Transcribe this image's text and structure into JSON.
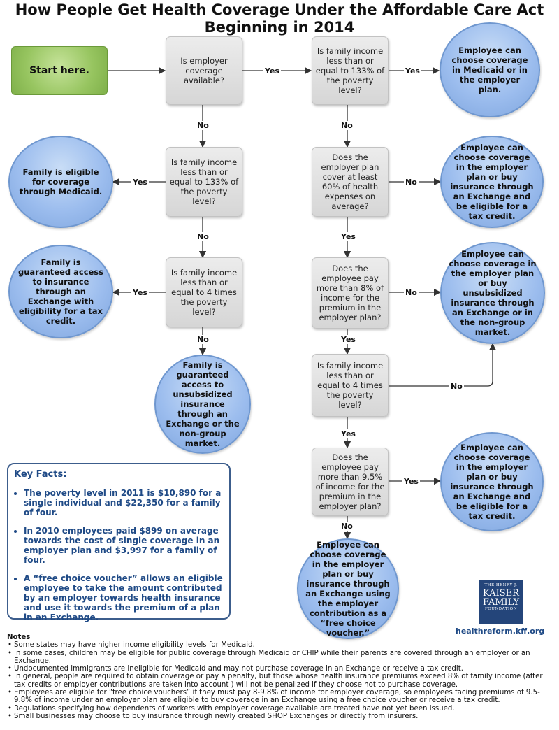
{
  "title_line1": "How People Get Health Coverage Under the Affordable Care Act",
  "title_line2": "Beginning in 2014",
  "start": "Start here.",
  "decisions": {
    "d1": "Is employer coverage available?",
    "d2": "Is family income less than or equal to 133% of the poverty level?",
    "d3": "Is family income less than or equal to 133% of the poverty level?",
    "d4": "Is family income less than or equal to 4 times the poverty level?",
    "d5": "Does the employer plan cover at least 60% of health expenses on average?",
    "d6": "Does the employee pay more than 8% of income for the premium in the employer plan?",
    "d7": "Is family income less than or equal to 4 times the poverty level?",
    "d8": "Does the employee pay more than 9.5% of income for the premium in the employer plan?"
  },
  "outcomes": {
    "o1": "Employee can choose coverage in Medicaid or in the employer plan.",
    "o2": "Family is eligible for coverage through Medicaid.",
    "o3": "Employee can choose coverage in the employer plan or buy insurance through an Exchange and be eligible for a tax credit.",
    "o4": "Family is guaranteed access to insurance through an Exchange with eligibility for a tax credit.",
    "o5": "Employee can choose coverage in the employer plan or buy unsubsidized insurance through an Exchange or in the non-group market.",
    "o6": "Family is guaranteed access to unsubsidized insurance through an Exchange or the non-group market.",
    "o7": "Employee can choose coverage in the employer plan or buy insurance through an Exchange and be eligible for a tax credit.",
    "o8": "Employee can choose coverage in the employer plan or buy insurance through an Exchange using the employer contribution as a “free choice voucher.”"
  },
  "labels": {
    "yes": "Yes",
    "no": "No"
  },
  "key_facts": {
    "heading": "Key Facts:",
    "items": [
      "The poverty level in 2011 is $10,890 for a single individual and $22,350 for a family of four.",
      "In 2010 employees paid $899 on average towards the cost of single coverage in an employer plan and $3,997 for a family of four.",
      "A “free choice voucher” allows an eligible employee to take the amount contributed by an employer towards health insurance and use it towards the premium of a plan in an Exchange."
    ]
  },
  "logo": {
    "line1": "THE HENRY J.",
    "line2": "KAISER",
    "line3": "FAMILY",
    "line4": "FOUNDATION"
  },
  "website": "healthreform.kff.org",
  "notes": {
    "heading": "Notes",
    "items": [
      "Some states may have higher income eligibility levels for Medicaid.",
      "In some cases, children may be eligible for public coverage through Medicaid or CHIP while their parents are covered through an employer or an Exchange.",
      "Undocumented immigrants are ineligible for Medicaid and may not purchase coverage in an Exchange or receive a tax credit.",
      "In general, people are required to obtain coverage or pay a penalty, but those whose health insurance premiums exceed 8% of family income (after tax credits or employer contributions are taken into account ) will not be penalized if they choose not to purchase coverage.",
      "Employees are eligible for “free choice vouchers” if they must pay 8-9.8% of income for employer coverage, so employees facing premiums of 9.5-9.8% of income under an employer plan are eligible to buy coverage in an Exchange using a free choice voucher or receive a tax credit.",
      "Regulations specifying how dependents of workers with employer coverage available are treated have not yet been issued.",
      "Small businesses may choose to buy insurance through newly created SHOP Exchanges or directly from insurers."
    ]
  },
  "colors": {
    "decision": "#dcdcdc",
    "outcome": "#9cbdee",
    "start": "#97c560",
    "keyfacts_text": "#1f4a86",
    "arrow": "#333333"
  }
}
